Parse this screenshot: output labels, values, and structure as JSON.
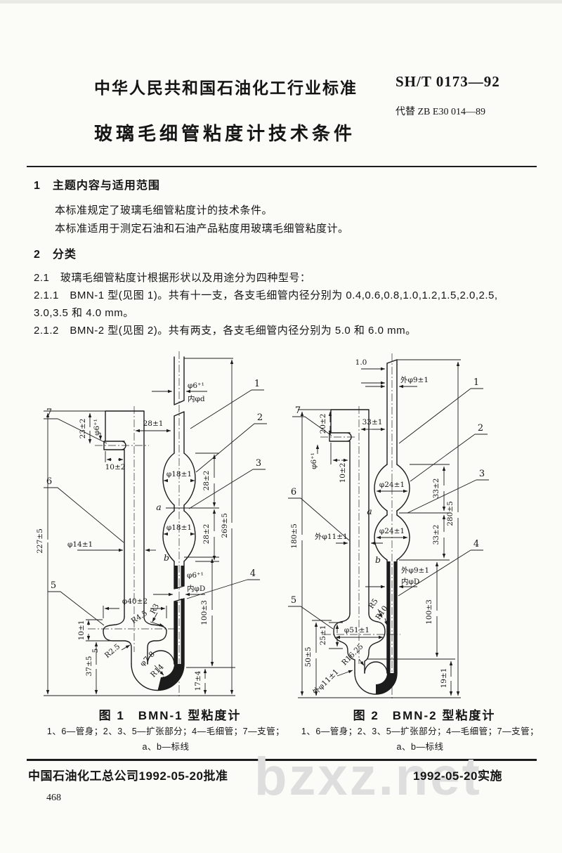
{
  "header": {
    "org": "中华人民共和国石油化工行业标准",
    "std_no": "SH/T 0173—92",
    "replaces": "代替 ZB E30 014—89",
    "title": "玻璃毛细管粘度计技术条件"
  },
  "sections": {
    "s1_heading": "1　主题内容与适用范围",
    "s1_p1": "本标准规定了玻璃毛细管粘度计的技术条件。",
    "s1_p2": "本标准适用于测定石油和石油产品粘度用玻璃毛细管粘度计。",
    "s2_heading": "2　分类",
    "s2_1": "2.1　玻璃毛细管粘度计根据形状以及用途分为四种型号：",
    "s2_1_1a": "2.1.1　BMN-1 型(见图 1)。共有十一支，各支毛细管内径分别为 0.4,0.6,0.8,1.0,1.2,1.5,2.0,2.5,",
    "s2_1_1b": "3.0,3.5 和 4.0 mm。",
    "s2_1_2": "2.1.2　BMN-2 型(见图 2)。共有两支，各支毛细管内径分别为 5.0 和 6.0 mm。"
  },
  "fig1": {
    "caption_title": "图 1　BMN-1 型粘度计",
    "caption_line1": "1、6—管身；2、3、5—扩张部分；4—毛细管；7—支管；",
    "caption_line2": "a、b—标线",
    "parts": {
      "p1": "1",
      "p2": "2",
      "p3": "3",
      "p4": "4",
      "p5": "5",
      "p6": "6",
      "p7": "7",
      "a": "a",
      "b": "b"
    },
    "d": {
      "top_od": "φ6⁺¹",
      "top_id": "内φd",
      "joint": "28±1",
      "arm_h": "23±2",
      "arm_od": "φ6⁺¹",
      "arm_len": "10±2",
      "bulb1": "φ18±1",
      "bulb2": "φ18±1",
      "bulb1_h": "28±2",
      "bulb2_h": "28±2",
      "total": "269±5",
      "left_h": "227±5",
      "left_d": "φ14±1",
      "res_d": "φ40±2",
      "r3": "R3",
      "r45": "R4.5",
      "res_h": "10±1",
      "stem": "5",
      "r25": "R2.5",
      "bot_h": "37±5",
      "bore": "φ7-8",
      "r14": "R14",
      "cap_od": "φ6⁺¹",
      "cap_id": "内φD",
      "cap_h": "100±3",
      "u_h": "17±4"
    }
  },
  "fig2": {
    "caption_title": "图 2　BMN-2 型粘度计",
    "caption_line1": "1、6—管身；2、3、5—扩张部分；4—毛细管；7—支管；",
    "caption_line2": "a、b—标线",
    "parts": {
      "p1": "1",
      "p2": "2",
      "p3": "3",
      "p4": "4",
      "p5": "5",
      "p6": "6",
      "p7": "7",
      "a": "a",
      "b": "b"
    },
    "d": {
      "tip": "1.0",
      "top_od": "外φ9±1",
      "joint": "33±1",
      "arm_h": "20±2",
      "arm_od": "φ6⁺¹",
      "arm_len": "10±2",
      "bulb1": "φ24±1",
      "bulb2": "φ24±1",
      "bulb1_h": "33±2",
      "bulb2_h": "33±2",
      "total": "280±5",
      "left_h": "180±5",
      "left_d": "外φ11±1",
      "cap_od": "外φ9±1",
      "cap_id": "内φD",
      "cap_h": "100±3",
      "r5": "R5",
      "r10": "R10",
      "res_d": "φ51±1",
      "res_h": "25±1",
      "bot_h": "50±5",
      "r1625": "R16.25",
      "u_h": "19±1",
      "bot_od": "外φ11±1"
    }
  },
  "footer": {
    "approved": "中国石油化工总公司1992-05-20批准",
    "implemented": "1992-05-20实施",
    "watermark": "bzxz.net",
    "page_number": "468"
  }
}
